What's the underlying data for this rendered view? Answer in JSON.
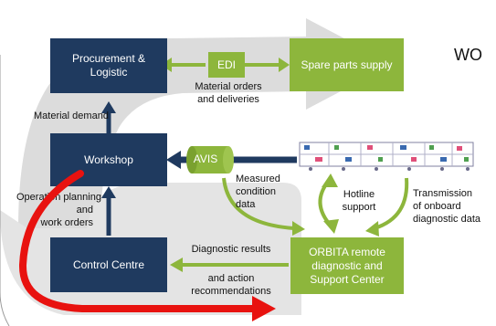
{
  "heading": "WO",
  "nodes": {
    "procurement": "Procurement & Logistic",
    "spare_parts": "Spare parts supply",
    "edi": "EDI",
    "workshop": "Workshop",
    "avis": "AVIS",
    "control_centre": "Control Centre",
    "orbita": "ORBITA remote diagnostic and Support Center"
  },
  "labels": {
    "material_orders": "Material orders",
    "and_deliveries": "and deliveries",
    "material_demand": "Material demand",
    "operation_planning": "Operation planning",
    "and": "and",
    "work_orders": "work orders",
    "measured": "Measured",
    "condition": "condition",
    "data": "data",
    "hotline": "Hotline",
    "support": "support",
    "transmission": "Transmission",
    "of_onboard": "of onboard",
    "diagnostic_data": "diagnostic data",
    "diagnostic_results": "Diagnostic results",
    "and_action": "and action",
    "recommendations": "recommendations"
  },
  "colors": {
    "navy": "#1f3a5f",
    "green": "#8db63c",
    "grey_band": "#d9d9d9",
    "red_arrow": "#e8120f"
  }
}
